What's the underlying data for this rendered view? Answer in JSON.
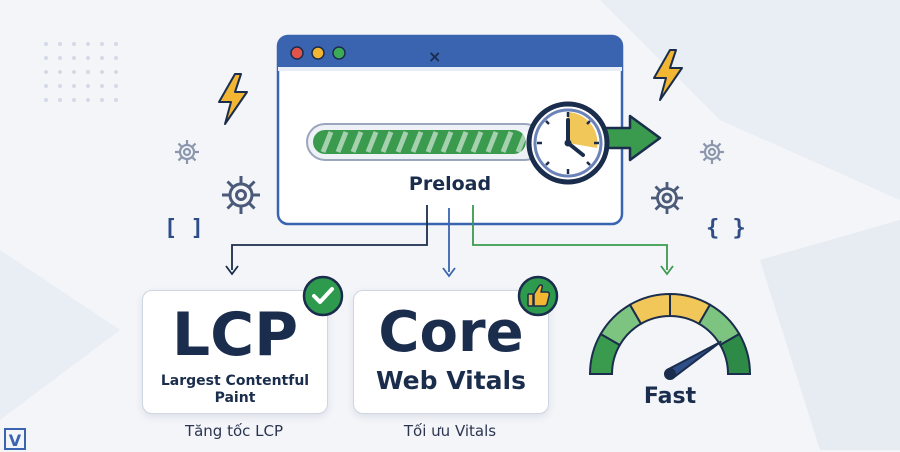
{
  "browser": {
    "close_glyph": "×",
    "progress_fraction": 0.95,
    "label": "Preload",
    "colors": {
      "frame": "#3a64b0",
      "dot_red": "#e0544c",
      "dot_yellow": "#f2b632",
      "dot_green": "#3daa57",
      "progress": "#3a9a4e",
      "arrow": "#3a9a4e"
    }
  },
  "cards": [
    {
      "title": "LCP",
      "subtitle_lines": [
        "Largest Contentful",
        "Paint"
      ],
      "caption": "Tăng tốc LCP",
      "badge_icon": "check-icon",
      "badge_color": "#2e9a4e"
    },
    {
      "title": "Core",
      "subtitle_lines": [
        "Web Vitals"
      ],
      "caption": "Tối ưu Vitals",
      "badge_icon": "thumbs-up-icon",
      "badge_color": "#2e9a4e"
    }
  ],
  "gauge": {
    "label": "Fast",
    "needle_level": 0.82,
    "colors": [
      "#3a9a4e",
      "#7cc47f",
      "#f2c75a",
      "#f2c75a",
      "#7cc47f",
      "#2e8a47"
    ]
  },
  "decor": {
    "bracket_square": "[ ]",
    "bracket_curly": "{ }",
    "logo_letter": "V"
  },
  "connector_colors": {
    "left": "#1b2d4d",
    "middle": "#3a64b0",
    "right": "#3a9a4e"
  }
}
